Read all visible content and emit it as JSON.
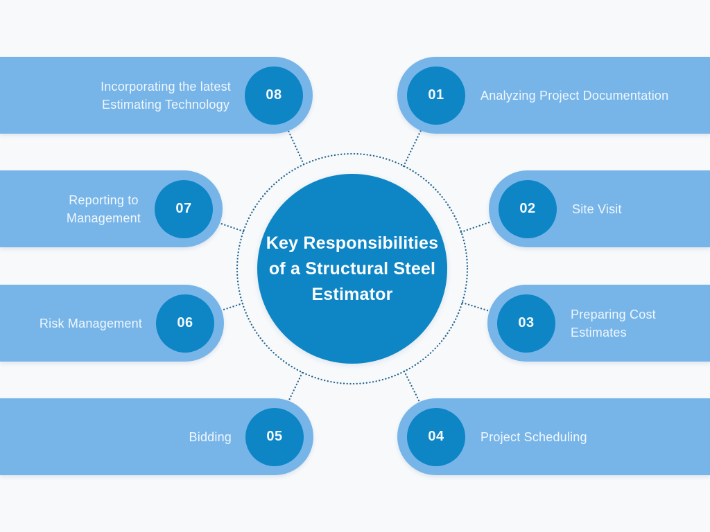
{
  "title": "Key Responsibilities of a Structural Steel Estimator",
  "center": {
    "title": "Key Responsibilities\nof a Structural Steel\nEstimator"
  },
  "items": [
    {
      "number": "01",
      "label": "Analyzing Project Documentation",
      "side": "right"
    },
    {
      "number": "02",
      "label": "Site Visit",
      "side": "right"
    },
    {
      "number": "03",
      "label": "Preparing Cost\nEstimates",
      "side": "right"
    },
    {
      "number": "04",
      "label": "Project Scheduling",
      "side": "right"
    },
    {
      "number": "05",
      "label": "Bidding",
      "side": "left"
    },
    {
      "number": "06",
      "label": "Risk Management",
      "side": "left"
    },
    {
      "number": "07",
      "label": "Reporting to\nManagement",
      "side": "left"
    },
    {
      "number": "08",
      "label": "Incorporating the latest\nEstimating Technology",
      "side": "left"
    }
  ],
  "colors": {
    "background": "#f7f9fb",
    "bar": "#77b5e9",
    "circle": "#0e85c5",
    "dotted_line": "#24648e",
    "bar_text": "#f0f7fd",
    "center_text": "#fdfeff"
  }
}
